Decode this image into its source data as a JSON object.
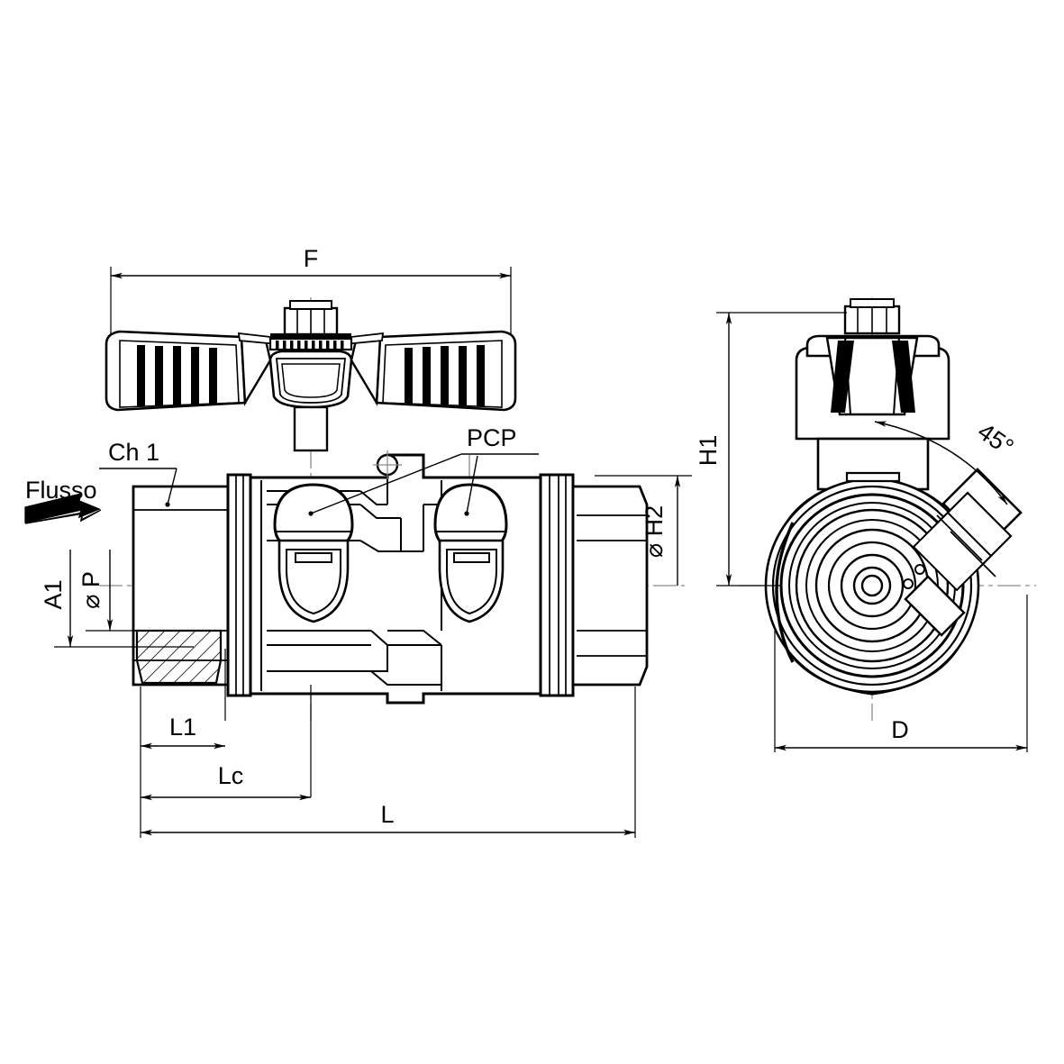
{
  "drawing": {
    "title": "Ball valve technical drawing",
    "type": "engineering-dimension-drawing",
    "background_color": "#ffffff",
    "line_color": "#000000",
    "centerline_color": "#808080",
    "views": [
      {
        "name": "front-section-view",
        "label": ""
      },
      {
        "name": "side-view",
        "label": ""
      }
    ]
  },
  "labels": {
    "flow": "Flusso",
    "channel": "Ch 1",
    "test_port": "PCP",
    "angle": "45°"
  },
  "dimensions": {
    "f": "F",
    "l": "L",
    "l1": "L1",
    "lc": "Lc",
    "a1": "A1",
    "p": "⌀ P",
    "h2": "⌀ H2",
    "h1": "H1",
    "d": "D"
  },
  "chart_data": {
    "type": "table",
    "title": "Ball valve dimension callouts",
    "categories": [
      "F",
      "L",
      "L1",
      "Lc",
      "A1",
      "⌀ P",
      "⌀ H2",
      "H1",
      "D",
      "45°"
    ],
    "values": [
      null,
      null,
      null,
      null,
      null,
      null,
      null,
      null,
      null,
      45
    ],
    "xlabel": "",
    "ylabel": ""
  }
}
